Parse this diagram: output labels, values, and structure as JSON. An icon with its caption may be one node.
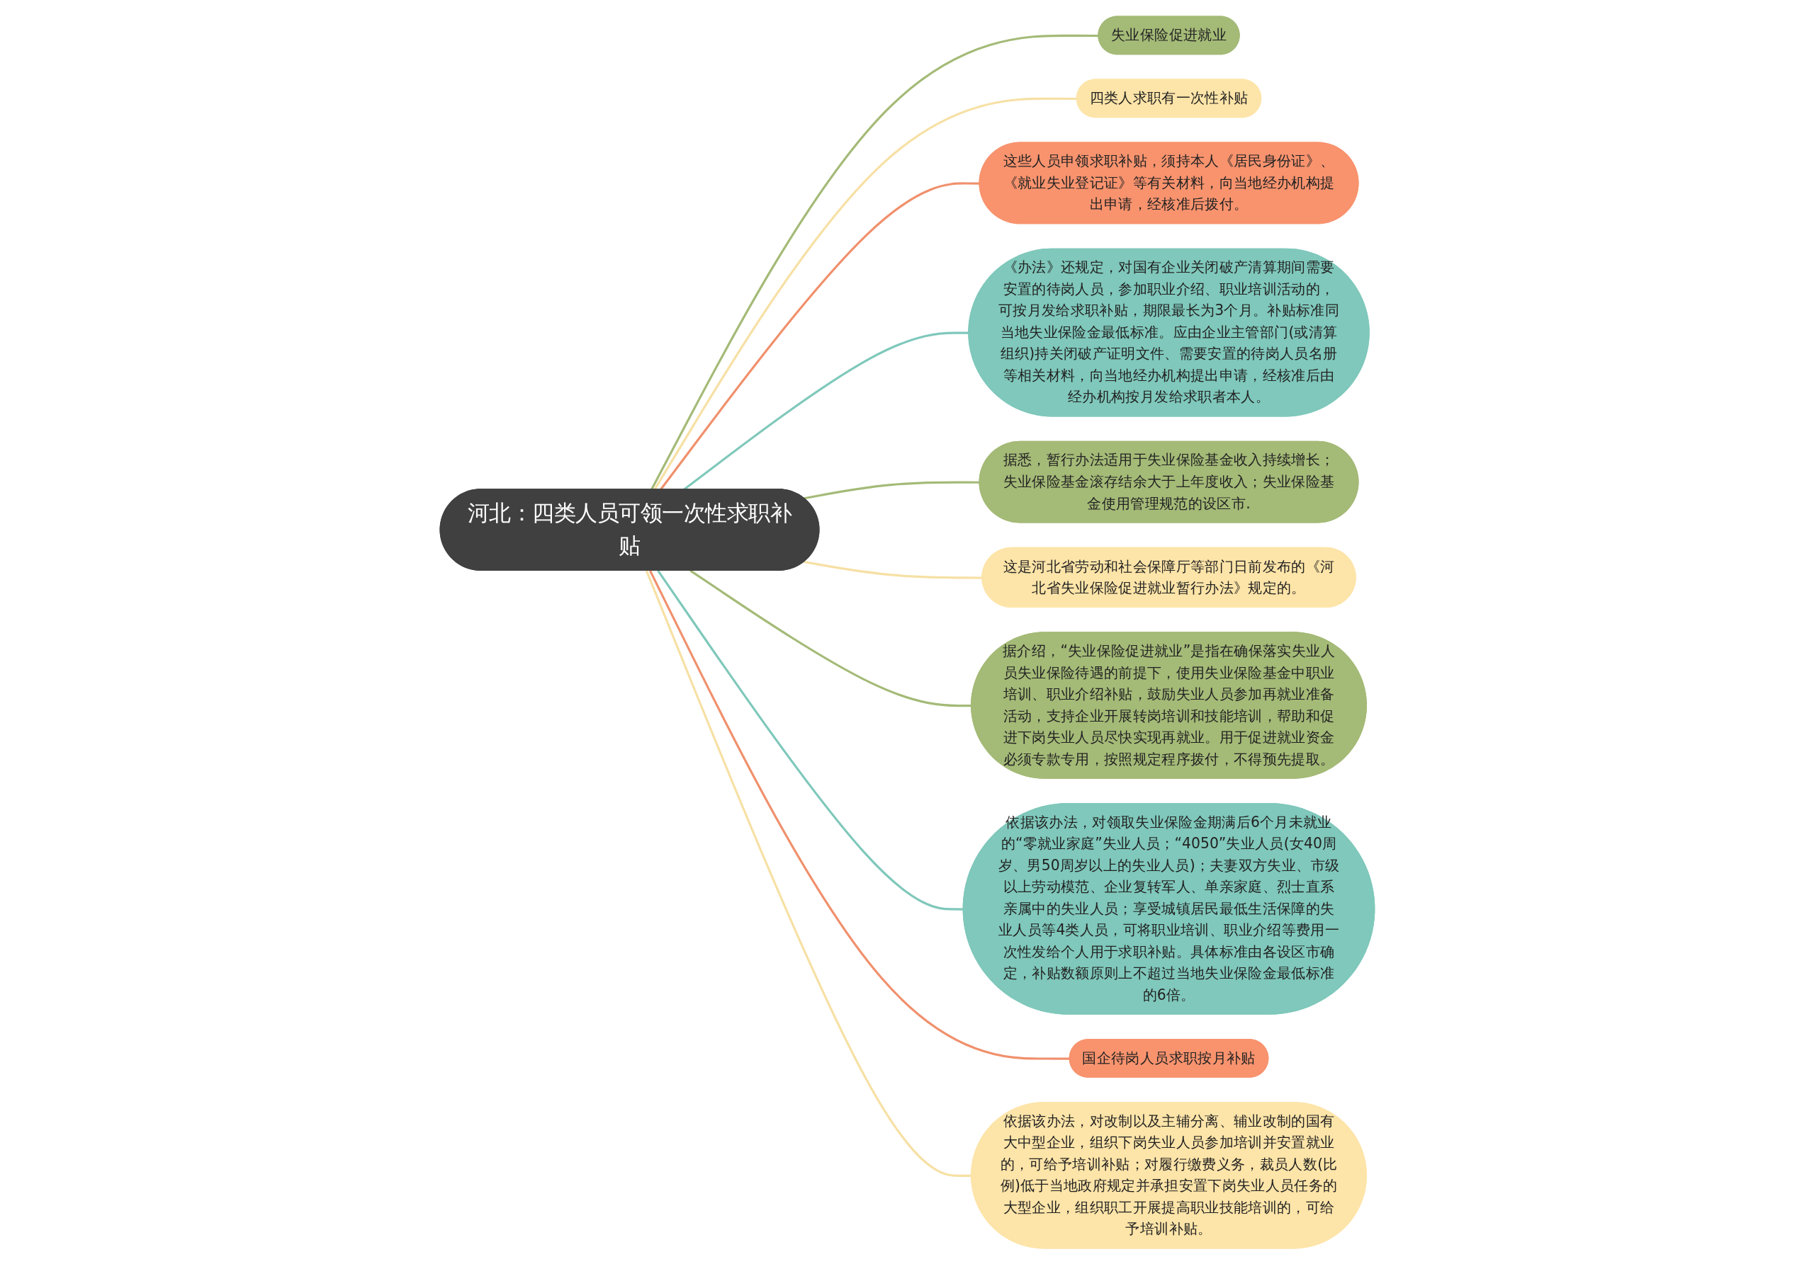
{
  "diagram": {
    "nodes": [
      {
        "text": [
          "河北：四类人员可领一次性求职补贴"
        ]
      },
      {
        "text": [
          "失业保险促进就业"
        ]
      },
      {
        "text": [
          "四类人求职有一次性补贴"
        ]
      },
      {
        "text": [
          "这些人员申领求职补贴，须持本人《居民身份证》、《就业失业登记证》等有关材料，向当地经办机构提出申请，经核准后拨付。"
        ]
      },
      {
        "text": [
          "《办法》还规定，对国有企业关闭破产清算期间需要安置的待岗人员，参加职业介绍、职业培训活动的，可按月发给求职补贴，期限最长为3个月。补贴标准同当地失业保险金最低标准。应由企业主管部门(或清算组织)持关闭破产证明文件、需要安置的待岗人员名册等相关材料，向当地经办机构提出申请，经核准后由经办机构按月发给求职者本人。"
        ]
      },
      {
        "text": [
          "据悉，暂行办法适用于失业保险基金收入持续增长；失业保险基金滚存结余大于上年度收入；失业保险基金使用管理规范的设区市."
        ]
      },
      {
        "text": [
          "这是河北省劳动和社会保障厅等部门日前发布的《河北省失业保险促进就业暂行办法》规定的。"
        ]
      },
      {
        "text": [
          "据介绍，“失业保险促进就业”是指在确保落实失业人员失业保险待遇的前提下，使用失业保险基金中职业培训、职业介绍补贴，鼓励失业人员参加再就业准备活动，支持企业开展转岗培训和技能培训，帮助和促进下岗失业人员尽快实现再就业。用于促进就业资金必须专款专用，按照规定程序拨付，不得预先提取。"
        ]
      },
      {
        "text": [
          "依据该办法，对领取失业保险金期满后6个月未就业的“零就业家庭”失业人员；“4050”失业人员(女40周岁、男50周岁以上的失业人员)；夫妻双方失业、市级以上劳动模范、企业复转军人、单亲家庭、烈士直系亲属中的失业人员；享受城镇居民最低生活保障的失业人员等4类人员，可将职业培训、职业介绍等费用一次性发给个人用于求职补贴。具体标准由各设区市确定，补贴数额原则上不超过当地失业保险金最低标准的6倍。"
        ]
      },
      {
        "text": [
          "国企待岗人员求职按月补贴"
        ]
      },
      {
        "text": [
          "依据该办法，对改制以及主辅分离、辅业改制的国有大中型企业，组织下岗失业人员参加培训并安置就业的，可给予培训补贴；对履行缴费义务，裁员人数(比例)低于当地政府规定并承担安置下岗失业人员任务的大型企业，组织职工开展提高职业技能培训的，可给予培训补贴。"
        ]
      }
    ],
    "edges": [
      {
        "from": 0,
        "to": 1,
        "arrow": "none",
        "color": "#a4ba77"
      },
      {
        "from": 0,
        "to": 2,
        "arrow": "none",
        "color": "#f6e0a4"
      },
      {
        "from": 0,
        "to": 3,
        "arrow": "none",
        "color": "#f0906c"
      },
      {
        "from": 0,
        "to": 4,
        "arrow": "none",
        "color": "#7fc8bb"
      },
      {
        "from": 0,
        "to": 5,
        "arrow": "none",
        "color": "#a4ba77"
      },
      {
        "from": 0,
        "to": 6,
        "arrow": "none",
        "color": "#f6e0a4"
      },
      {
        "from": 0,
        "to": 7,
        "arrow": "none",
        "color": "#a4ba77"
      },
      {
        "from": 0,
        "to": 8,
        "arrow": "none",
        "color": "#7fc8bb"
      },
      {
        "from": 0,
        "to": 9,
        "arrow": "none",
        "color": "#f0906c"
      },
      {
        "from": 0,
        "to": 10,
        "arrow": "none",
        "color": "#f6e0a4"
      }
    ]
  }
}
